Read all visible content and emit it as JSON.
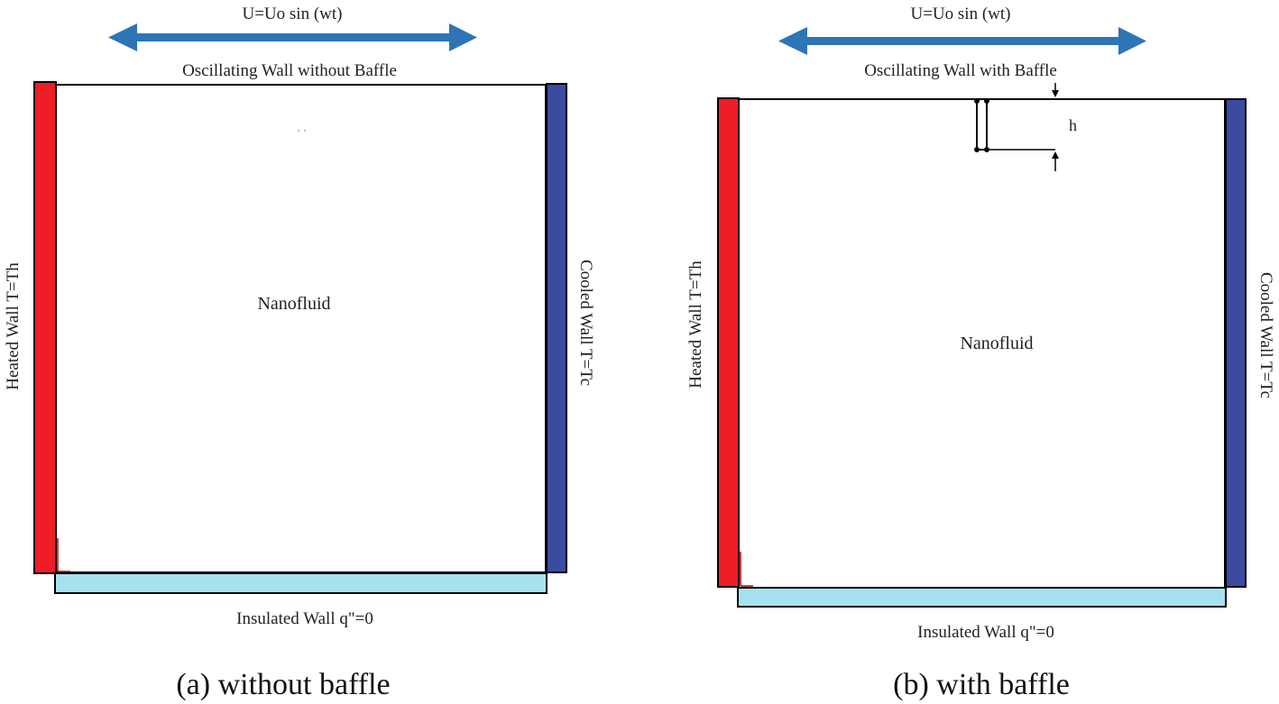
{
  "colors": {
    "heated_wall": "#ee1c25",
    "cooled_wall": "#3c4aa0",
    "insulated_wall": "#a6e1ef",
    "arrow": "#2e75b6",
    "outline": "#000000"
  },
  "panel_a": {
    "velocity_label": "U=Uo sin (wt)",
    "top_wall_label": "Oscillating Wall without Baffle",
    "left_wall_label": "Heated Wall T=Th",
    "right_wall_label": "Cooled Wall T=Tc",
    "bottom_wall_label": "Insulated Wall q\"=0",
    "fluid_label": "Nanofluid",
    "caption": "(a) without baffle"
  },
  "panel_b": {
    "velocity_label": "U=Uo sin (wt)",
    "top_wall_label": "Oscillating Wall with Baffle",
    "left_wall_label": "Heated Wall T=Th",
    "right_wall_label": "Cooled Wall T=Tc",
    "bottom_wall_label": "Insulated Wall q\"=0",
    "fluid_label": "Nanofluid",
    "baffle_height_label": "h",
    "caption": "(b) with baffle"
  }
}
